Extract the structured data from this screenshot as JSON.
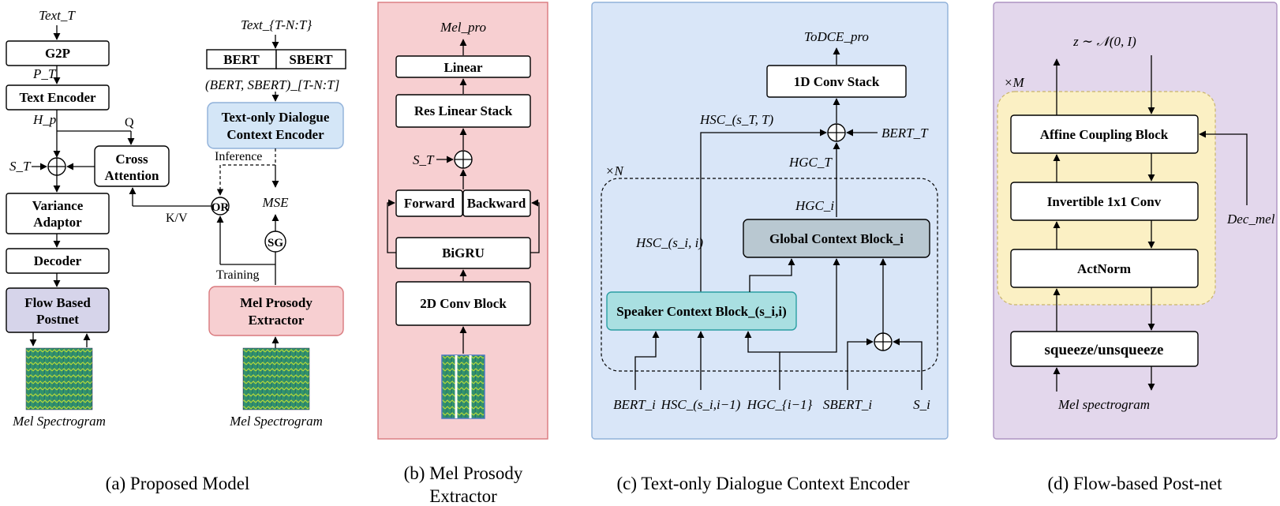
{
  "colors": {
    "panel_b_fill": "#f7cfd1",
    "panel_b_stroke": "#d9797d",
    "panel_c_fill": "#d9e6f8",
    "panel_c_stroke": "#8fb0d9",
    "panel_d_fill": "#e3d7ec",
    "panel_d_stroke": "#ad93c2",
    "flow_postnet": "#d6d4ea",
    "text_ctx_enc": "#d4e6f7",
    "mel_prosody": "#f7cfd1",
    "speaker_ctx": "#a9dfe1",
    "global_ctx": "#b9c8d1",
    "flow_inner": "#fbf0c4"
  },
  "panel_a": {
    "text_t": "Text_T",
    "g2p": "G2P",
    "p_t": "P_T",
    "text_encoder": "Text Encoder",
    "h_p": "H_p",
    "q": "Q",
    "s_t": "S_T",
    "cross_attention_line1": "Cross",
    "cross_attention_line2": "Attention",
    "variance_line1": "Variance",
    "variance_line2": "Adaptor",
    "kv": "K/V",
    "or": "OR",
    "decoder": "Decoder",
    "postnet_line1": "Flow Based",
    "postnet_line2": "Postnet",
    "mel_left": "Mel Spectrogram",
    "text_tn": "Text_{T-N:T}",
    "bert": "BERT",
    "sbert": "SBERT",
    "bert_sbert": "(BERT, SBERT)_[T-N:T]",
    "tdce_line1": "Text-only Dialogue",
    "tdce_line2": "Context Encoder",
    "inference": "Inference",
    "mse": "MSE",
    "sg": "SG",
    "training": "Training",
    "mpe_line1": "Mel Prosody",
    "mpe_line2": "Extractor",
    "mel_right": "Mel Spectrogram",
    "caption": "(a) Proposed Model"
  },
  "panel_b": {
    "mel_pro": "Mel_pro",
    "linear": "Linear",
    "res_linear": "Res Linear Stack",
    "s_t": "S_T",
    "forward": "Forward",
    "backward": "Backward",
    "bigru": "BiGRU",
    "conv2d": "2D Conv Block",
    "caption_line1": "(b) Mel Prosody",
    "caption_line2": "Extractor"
  },
  "panel_c": {
    "todce": "ToDCE_pro",
    "conv1d": "1D Conv Stack",
    "hsc_st": "HSC_(s_T, T)",
    "bert_t": "BERT_T",
    "hgc_t": "HGC_T",
    "times_n": "×N",
    "hgc_i": "HGC_i",
    "hsc_si": "HSC_(s_i, i)",
    "global_ctx": "Global Context Block_i",
    "speaker_ctx": "Speaker Context Block_(s_i,i)",
    "in_bert": "BERT_i",
    "in_hsc": "HSC_(s_i,i−1)",
    "in_hgc": "HGC_{i−1}",
    "in_sbert": "SBERT_i",
    "in_s": "S_i",
    "caption": "(c) Text-only Dialogue Context Encoder"
  },
  "panel_d": {
    "z": "z ∼ 𝒩(0, I)",
    "times_m": "×M",
    "affine": "Affine Coupling Block",
    "inv_conv": "Invertible 1x1 Conv",
    "actnorm": "ActNorm",
    "dec_mel": "Dec_mel",
    "squeeze": "squeeze/unsqueeze",
    "mel_spec": "Mel spectrogram",
    "caption": "(d) Flow-based Post-net"
  }
}
